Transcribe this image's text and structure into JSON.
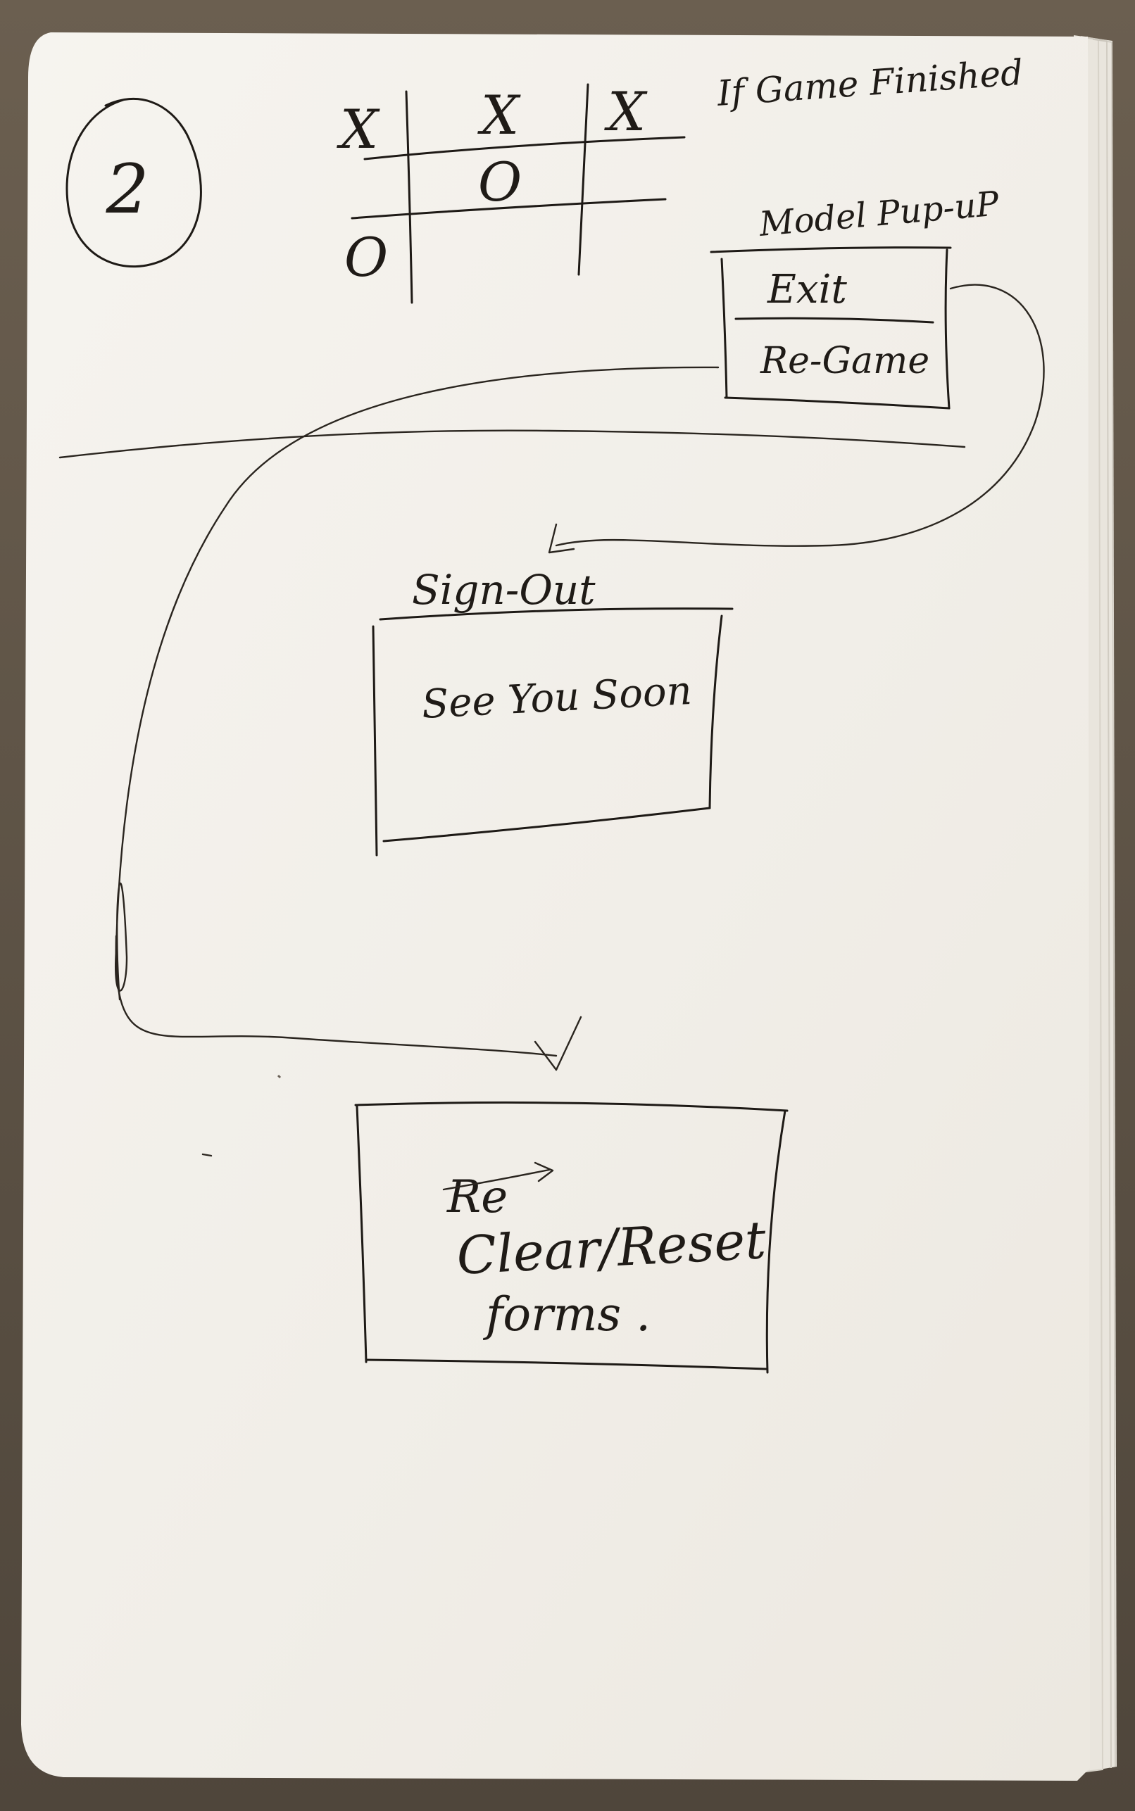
{
  "page_number": "2",
  "board": {
    "cells": [
      "X",
      "X",
      "X",
      "",
      "O",
      "",
      "O",
      "",
      ""
    ]
  },
  "condition_label": "If Game Finished",
  "modal": {
    "title": "Model Pup-uP",
    "options": [
      "Exit",
      "Re-Game"
    ]
  },
  "signout": {
    "title": "Sign-Out",
    "message": "See You Soon"
  },
  "reset": {
    "struck_text": "Re",
    "message_line1": "Clear/Reset",
    "message_line2": "forms ."
  },
  "colors": {
    "ink": "#1e1a16",
    "paper": "#f3f0ea",
    "background": "#5e5346"
  }
}
